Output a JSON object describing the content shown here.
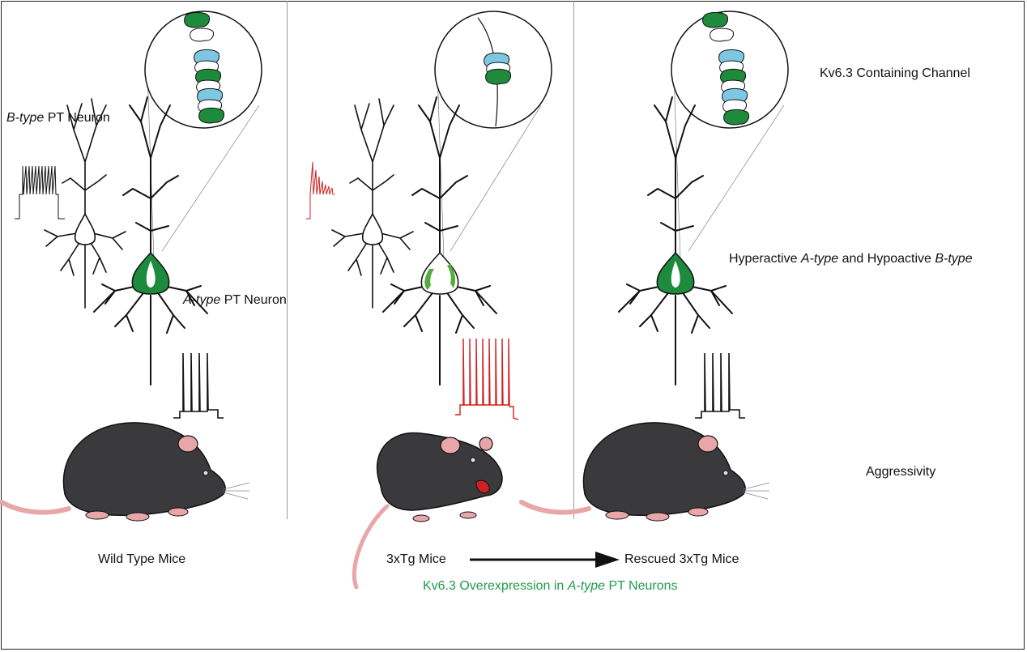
{
  "labels": {
    "b_type_em": "B-type",
    "b_type_rest": " PT Neuron",
    "a_type_em": "A-type",
    "a_type_rest": " PT Neuron",
    "channel": "Kv6.3 Containing Channel",
    "hyper_1": "Hyperactive ",
    "hyper_em1": "A-type",
    "hyper_2": " and Hypoactive ",
    "hyper_em2": "B-type",
    "aggressivity": "Aggressivity",
    "wild_type": "Wild Type Mice",
    "tg_mice": "3xTg Mice",
    "rescued": "Rescued 3xTg Mice",
    "overexp_1": "Kv6.3 Overexpression in ",
    "overexp_em": "A-type",
    "overexp_2": " PT Neurons"
  },
  "colors": {
    "kv_green": "#1e8a3c",
    "kv_blue": "#7ec7e3",
    "trace_black": "#111111",
    "trace_red": "#d11f1f",
    "mouse_body": "#3a3a3c",
    "mouse_pink": "#e8a6a8",
    "caption_green": "#1f9a4e"
  },
  "icons": [
    "kv-channel-zoom-icon",
    "neuron-icon",
    "spike-trace-icon",
    "mouse-icon",
    "arrow-icon"
  ]
}
